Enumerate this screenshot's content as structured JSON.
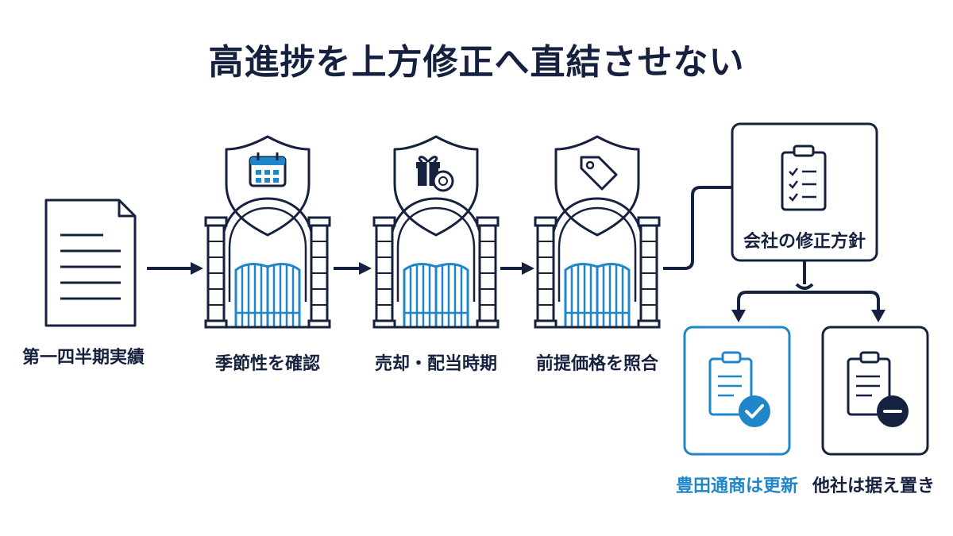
{
  "title": "高進捗を上方修正へ直結させない",
  "steps": [
    {
      "label": "第一四半期実績",
      "icon": "document-icon"
    },
    {
      "label": "季節性を確認",
      "icon": "calendar-icon"
    },
    {
      "label": "売却・配当時期",
      "icon": "gift-coin-icon"
    },
    {
      "label": "前提価格を照合",
      "icon": "price-tag-icon"
    }
  ],
  "policy": {
    "label": "会社の修正方針",
    "icon": "clipboard-checklist-icon"
  },
  "outcomes": [
    {
      "label": "豊田通商は更新",
      "icon": "clipboard-check-icon",
      "accent": "#1f86c7"
    },
    {
      "label": "他社は据え置き",
      "icon": "clipboard-minus-icon",
      "accent": "#15213f"
    }
  ],
  "colors": {
    "navy": "#15213f",
    "blue": "#1f86c7"
  }
}
